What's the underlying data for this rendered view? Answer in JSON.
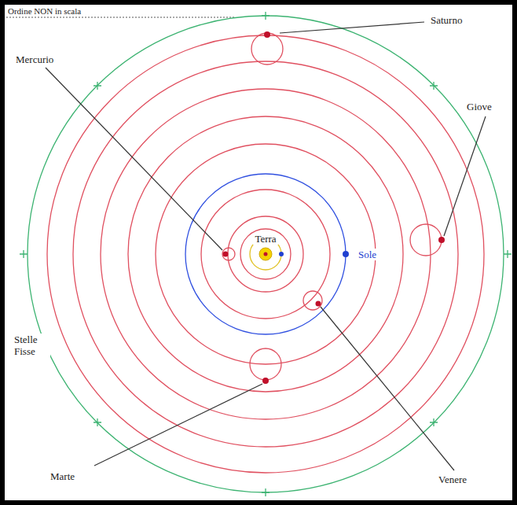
{
  "diagram": {
    "title": "Ordine NON in scala",
    "labels": [
      "Saturno",
      "Mercurio",
      "Giove",
      "Terra",
      "Sole",
      "Stelle Fisse",
      "Marte",
      "Venere"
    ]
  }
}
